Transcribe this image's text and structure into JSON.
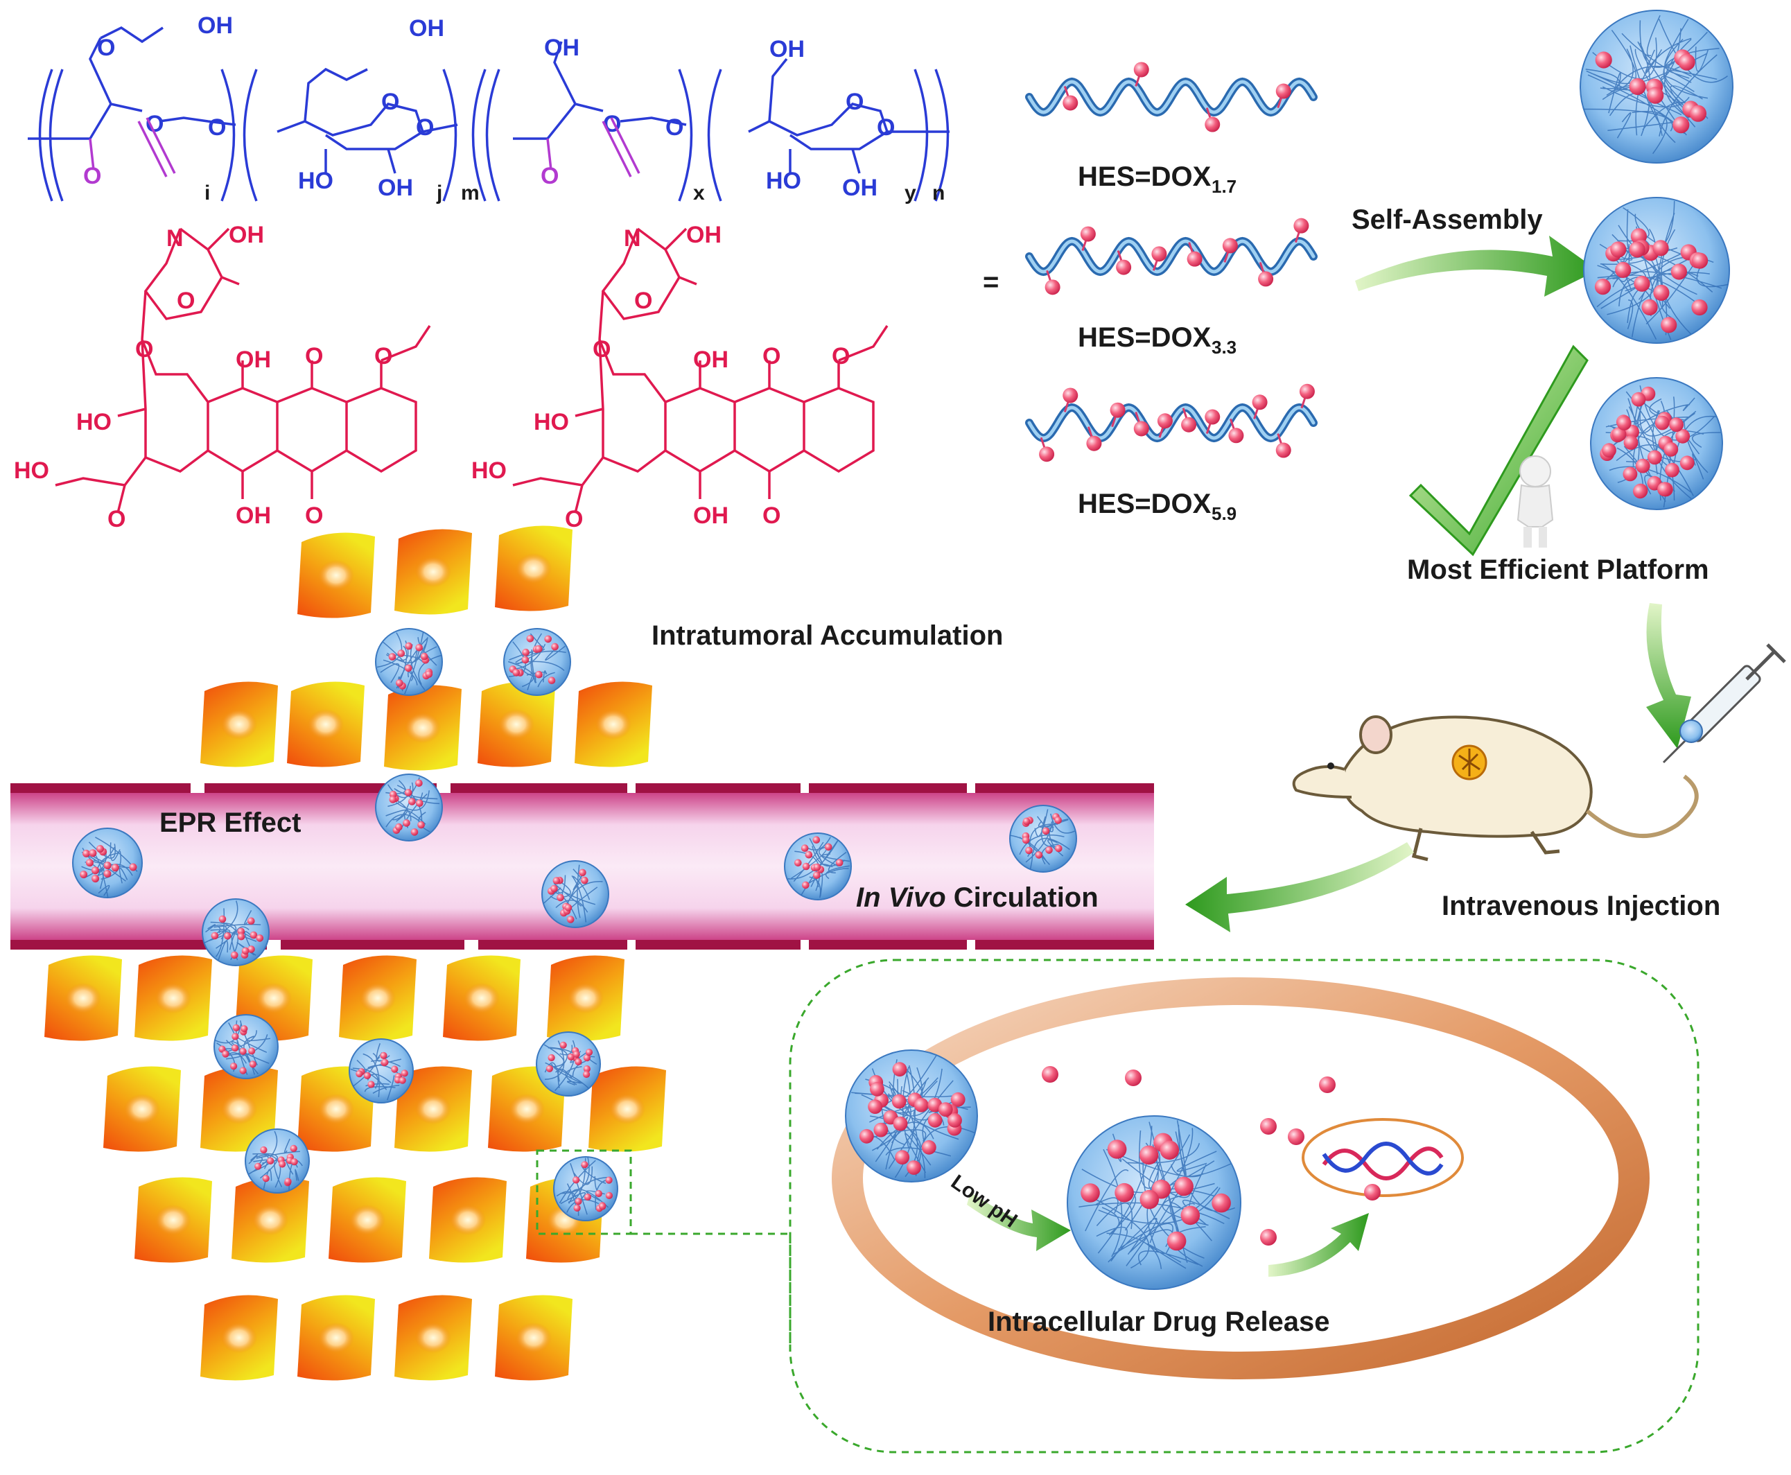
{
  "chemistry": {
    "blue_labels": {
      "oh1": "OH",
      "oh2": "OH",
      "oh3": "OH",
      "oh4": "OH",
      "o": "O",
      "ho1": "HO",
      "ho2": "HO",
      "oh5": "OH",
      "oh6": "OH"
    },
    "red_labels": {
      "n": "N",
      "oh": "OH",
      "ho": "HO",
      "o": "O"
    },
    "indices": {
      "i": "i",
      "j": "j",
      "m": "m",
      "x": "x",
      "y": "y",
      "n": "n"
    },
    "equals": "="
  },
  "chains": [
    {
      "label": "HES=DOX",
      "sub": "1.7"
    },
    {
      "label": "HES=DOX",
      "sub": "3.3"
    },
    {
      "label": "HES=DOX",
      "sub": "5.9"
    }
  ],
  "labels": {
    "self_assembly": "Self-Assembly",
    "most_efficient": "Most Efficient Platform",
    "intravenous": "Intravenous Injection",
    "intratumoral": "Intratumoral Accumulation",
    "epr": "EPR Effect",
    "in_vivo_italic": "In Vivo",
    "circulation": " Circulation",
    "low_ph": "Low pH",
    "intracellular": "Intracellular Drug Release"
  },
  "colors": {
    "chem_blue": "#2a3bd6",
    "chem_red": "#e0194f",
    "nanoparticle": "#6aa8e0",
    "drug_dot": "#f0567a",
    "arrow_green": "#3aa82c",
    "vessel": "#d8308a",
    "cell_outer": "#f05a10",
    "cell_inner": "#f5e020"
  }
}
